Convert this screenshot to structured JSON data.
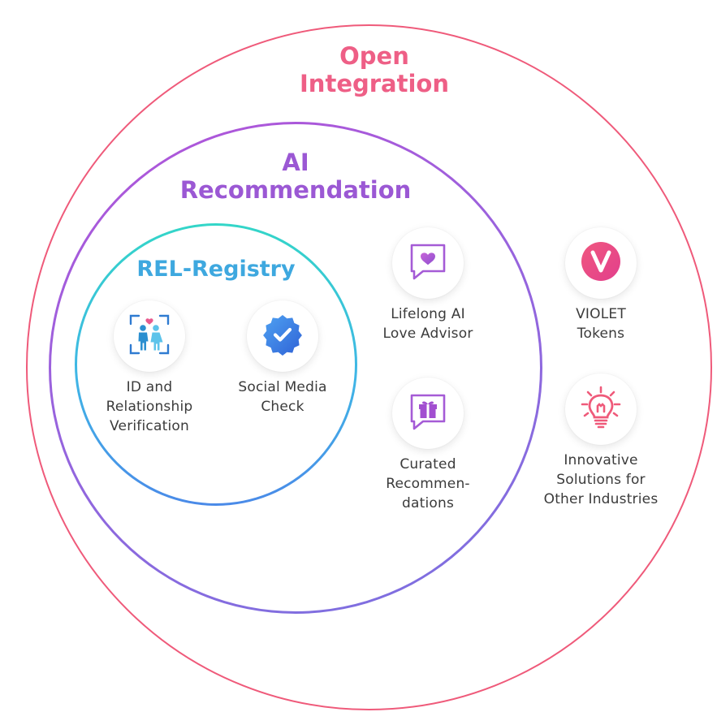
{
  "rings": {
    "outer": {
      "title": "Open\nIntegration",
      "color": "#ef5a7a"
    },
    "middle": {
      "title": "AI\nRecommendation",
      "color": "#9b58d4"
    },
    "inner": {
      "title": "REL-Registry",
      "color": "#3ea8df"
    }
  },
  "items": {
    "id_verification": {
      "label": "ID and\nRelationship\nVerification",
      "icon": "couple-frame-icon"
    },
    "social_media": {
      "label": "Social Media\nCheck",
      "icon": "verified-badge-icon"
    },
    "love_advisor": {
      "label": "Lifelong AI\nLove Advisor",
      "icon": "heart-chat-icon"
    },
    "curated": {
      "label": "Curated\nRecommen-\ndations",
      "icon": "gift-chat-icon"
    },
    "violet": {
      "label": "VIOLET\nTokens",
      "icon": "violet-token-icon"
    },
    "innovative": {
      "label": "Innovative\nSolutions for\nOther Industries",
      "icon": "lightbulb-icon"
    }
  }
}
